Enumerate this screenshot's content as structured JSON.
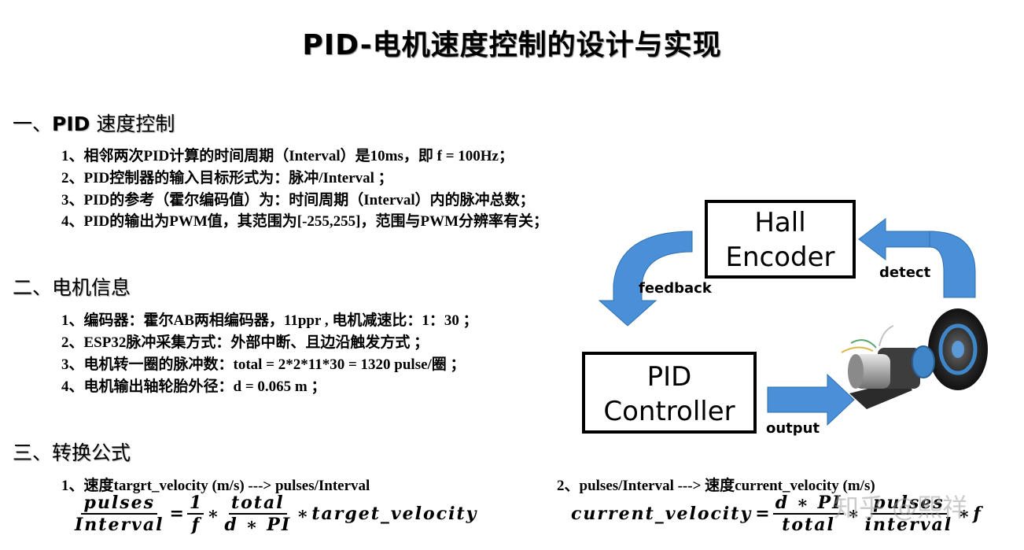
{
  "title": "PID-电机速度控制的设计与实现",
  "sections": [
    {
      "prefix": "一、",
      "bold": "PID",
      "rest": " 速度控制",
      "items": [
        "1、相邻两次PID计算的时间周期（Interval）是10ms，即 f = 100Hz；",
        "2、PID控制器的输入目标形式为：脉冲/Interval ；",
        "3、PID的参考（霍尔编码值）为：时间周期（Interval）内的脉冲总数；",
        "4、PID的输出为PWM值，其范围为[-255,255]，范围与PWM分辨率有关；"
      ]
    },
    {
      "prefix": "二、",
      "bold": "",
      "rest": "电机信息",
      "items": [
        "1、编码器：霍尔AB两相编码器，11ppr , 电机减速比：1：30 ；",
        "2、ESP32脉冲采集方式：外部中断、且边沿触发方式 ；",
        "3、电机转一圈的脉冲数：total = 2*2*11*30 = 1320 pulse/圈 ；",
        "4、电机输出轴轮胎外径：d = 0.065 m ；"
      ]
    },
    {
      "prefix": "三、",
      "bold": "",
      "rest": "转换公式",
      "items": []
    }
  ],
  "formula1": {
    "caption": "1、速度targrt_velocity (m/s)  --->  pulses/Interval",
    "lhs_num": "pulses",
    "lhs_den": "Interval",
    "eq": "=",
    "f1_num": "1",
    "f1_den": "f",
    "times": "∗",
    "f2_num": "total",
    "f2_den": "d ∗ PI",
    "tail": "target_velocity"
  },
  "formula2": {
    "caption": "2、pulses/Interval  --->  速度current_velocity (m/s)",
    "lhs": "current_velocity",
    "eq": "=",
    "f1_num": "d ∗ PI",
    "f1_den": "total",
    "times": "∗",
    "f2_num": "pulses",
    "f2_den": "interval",
    "tail": "f"
  },
  "diagram": {
    "hall_line1": "Hall",
    "hall_line2": "Encoder",
    "pid_line1": "PID",
    "pid_line2": "Controller",
    "label_feedback": "feedback",
    "label_detect": "detect",
    "label_output": "output",
    "arrow_color": "#4A90D9",
    "box_border_color": "#000000"
  },
  "watermark": "知乎 @熙祥"
}
